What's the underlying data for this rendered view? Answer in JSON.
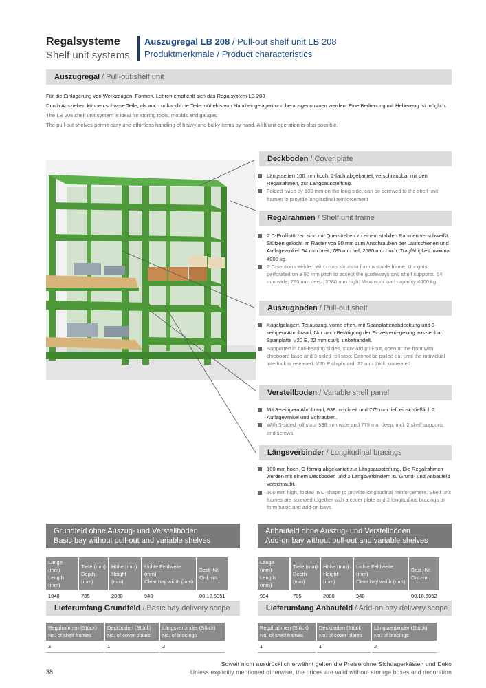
{
  "header": {
    "category_de": "Regalsysteme",
    "category_en": "Shelf unit systems",
    "product_de": "Auszugregal LB 208",
    "product_en": " / Pull-out shelf unit LB 208",
    "subtitle": "Produktmerkmale / Product characteristics"
  },
  "intro_section": {
    "title_de": "Auszugregal",
    "title_en": " / Pull-out shelf unit",
    "lines": [
      {
        "lang": "de",
        "text": "Für die Einlagerung von Werkzeugen, Formen, Lehren empfiehlt sich das Regalsystem LB 208"
      },
      {
        "lang": "de",
        "text": "Durch Ausziehen können schwere Teile, als auch unhandliche Teile mühelos von Hand eingelagert und herausgenommen werden. Eine Bedienung mit Hebezeug ist möglich."
      },
      {
        "lang": "en",
        "text": "The LB 208 shelf unit system is ideal for storing tools, moulds and gauges."
      },
      {
        "lang": "en",
        "text": "The pull-out shelves permit easy and effortless handling of heavy and bulky items by hand. A lift unit operation is also possible."
      }
    ]
  },
  "features": [
    {
      "title_de": "Deckboden",
      "title_en": " / Cover plate",
      "de": "Längsseiten 100 mm hoch, 2-fach abgekantet, verschraubbar mit den Regalrahmen, zur Längsaussteifung.",
      "en": "Folded twice by 100 mm on the long side, can be screwed to the shelf unit frames to provide longitudinal reinforcement"
    },
    {
      "title_de": "Regalrahmen",
      "title_en": " / Shelf unit frame",
      "de": "2 C-Profilstützen sind mit Querstreben zu einem stabilen Rahmen verschweißt. Stützen gelocht im Raster von 90 mm zum Anschrauben der Laufschienen und Auflagewinkel. 54 mm breit, 785 mm tief, 2080 mm hoch. Tragfähigkeit maximal 4000 kg.",
      "en": "2 C-sections welded with cross struts to form a stable frame. Uprights perforated on a 90 mm pitch to accept the guideways and shelf supports. 54 mm wide, 785 mm deep, 2080 mm high. Maximum load capacity 4000 kg."
    },
    {
      "title_de": "Auszugboden",
      "title_en": " / Pull-out shelf",
      "de": "Kugelgelagert, Teilauszug, vorne offen, mit Spanplattenabdeckung und 3-seitigem Abrollrand. Nur nach Betätigung der Einzelverriegelung ausziehbar. Spanplatte V20 E, 22 mm stark, unbehandelt.",
      "en": "Supported in ball-bearing slides, standard pull-out, open at the front with chipboard base and 3-sided roll stop. Cannot be pulled out until the individual interlock is released. V20 E chipboard, 22 mm thick, untreated."
    },
    {
      "title_de": "Verstellboden",
      "title_en": " / Variable shelf panel",
      "de": "Mit 3-seitigem Abrollrand, 938 mm breit und 775 mm tief, einschließlich 2 Auflagewinkel und Schrauben.",
      "en": "With 3-sided roll stop, 938 mm wide and 775 mm deep, incl. 2 shelf supports and screws."
    },
    {
      "title_de": "Längsverbinder",
      "title_en": " / Longitudinal bracings",
      "de": "100 mm hoch, C-förmig abgekantet zur Längsaussteifung. Die Regalrahmen werden mit einem Deckboden und 2 Längsverbindern zu Grund- und Anbaufeld verschraubt.",
      "en": "100 mm high, folded in C-shape to provide longitudinal reinforcement. Shelf unit frames are screwed together with a cover plate and 2 longitudinal bracings to form basic and add-on bays."
    }
  ],
  "bays": [
    {
      "title_de": "Grundfeld ohne Auszug- und Verstellböden",
      "title_en": "Basic bay without pull-out and variable shelves",
      "headers": [
        [
          "Länge (mm)",
          "Length (mm)"
        ],
        [
          "Tiefe (mm)",
          "Depth (mm)"
        ],
        [
          "Höhe (mm)",
          "Height (mm)"
        ],
        [
          "Lichte Feldweite (mm)",
          "Clear bay width (mm)"
        ],
        [
          "Best.-Nr.",
          "Ord.-no."
        ]
      ],
      "row": [
        "1048",
        "785",
        "2080",
        "940",
        "00.10.6051"
      ],
      "scope_de": "Lieferumfang Grundfeld",
      "scope_en": " / Basic bay delivery scope",
      "scope_headers": [
        [
          "Regalrahmen (Stück)",
          "No. of shelf frames"
        ],
        [
          "Deckboden (Stück)",
          "No. of cover plates"
        ],
        [
          "Längsverbinder (Stück)",
          "No. of bracings"
        ]
      ],
      "scope_row": [
        "2",
        "1",
        "2"
      ]
    },
    {
      "title_de": "Anbaufeld ohne Auszug- und Verstellböden",
      "title_en": "Add-on bay without pull-out and variable shelves",
      "headers": [
        [
          "Länge (mm)",
          "Length (mm)"
        ],
        [
          "Tiefe (mm)",
          "Depth (mm)"
        ],
        [
          "Höhe (mm)",
          "Height (mm)"
        ],
        [
          "Lichte Feldweite (mm)",
          "Clear bay width (mm)"
        ],
        [
          "Best.-Nr.",
          "Ord.-no."
        ]
      ],
      "row": [
        "994",
        "785",
        "2080",
        "940",
        "00.10.6052"
      ],
      "scope_de": "Lieferumfang Anbaufeld",
      "scope_en": " / Add-on bay delivery scope",
      "scope_headers": [
        [
          "Regalrahmen (Stück)",
          "No. of shelf frames"
        ],
        [
          "Deckboden (Stück)",
          "No. of cover plates"
        ],
        [
          "Längsverbinder (Stück)",
          "No. of bracings"
        ]
      ],
      "scope_row": [
        "1",
        "1",
        "2"
      ]
    }
  ],
  "footer": {
    "page": "38",
    "note_de": "Soweit nicht ausdrücklich erwähnt gelten die Preise ohne Sichtlagerkästen und Deko",
    "note_en": "Unless explicitly mentioned otherwise, the prices are valid without storage boxes and decoration"
  },
  "colors": {
    "accent": "#1a4a8a",
    "shelf_green": "#4e9a3a",
    "header_gray": "#dcdcdc",
    "dark_gray": "#7a7a7a"
  }
}
